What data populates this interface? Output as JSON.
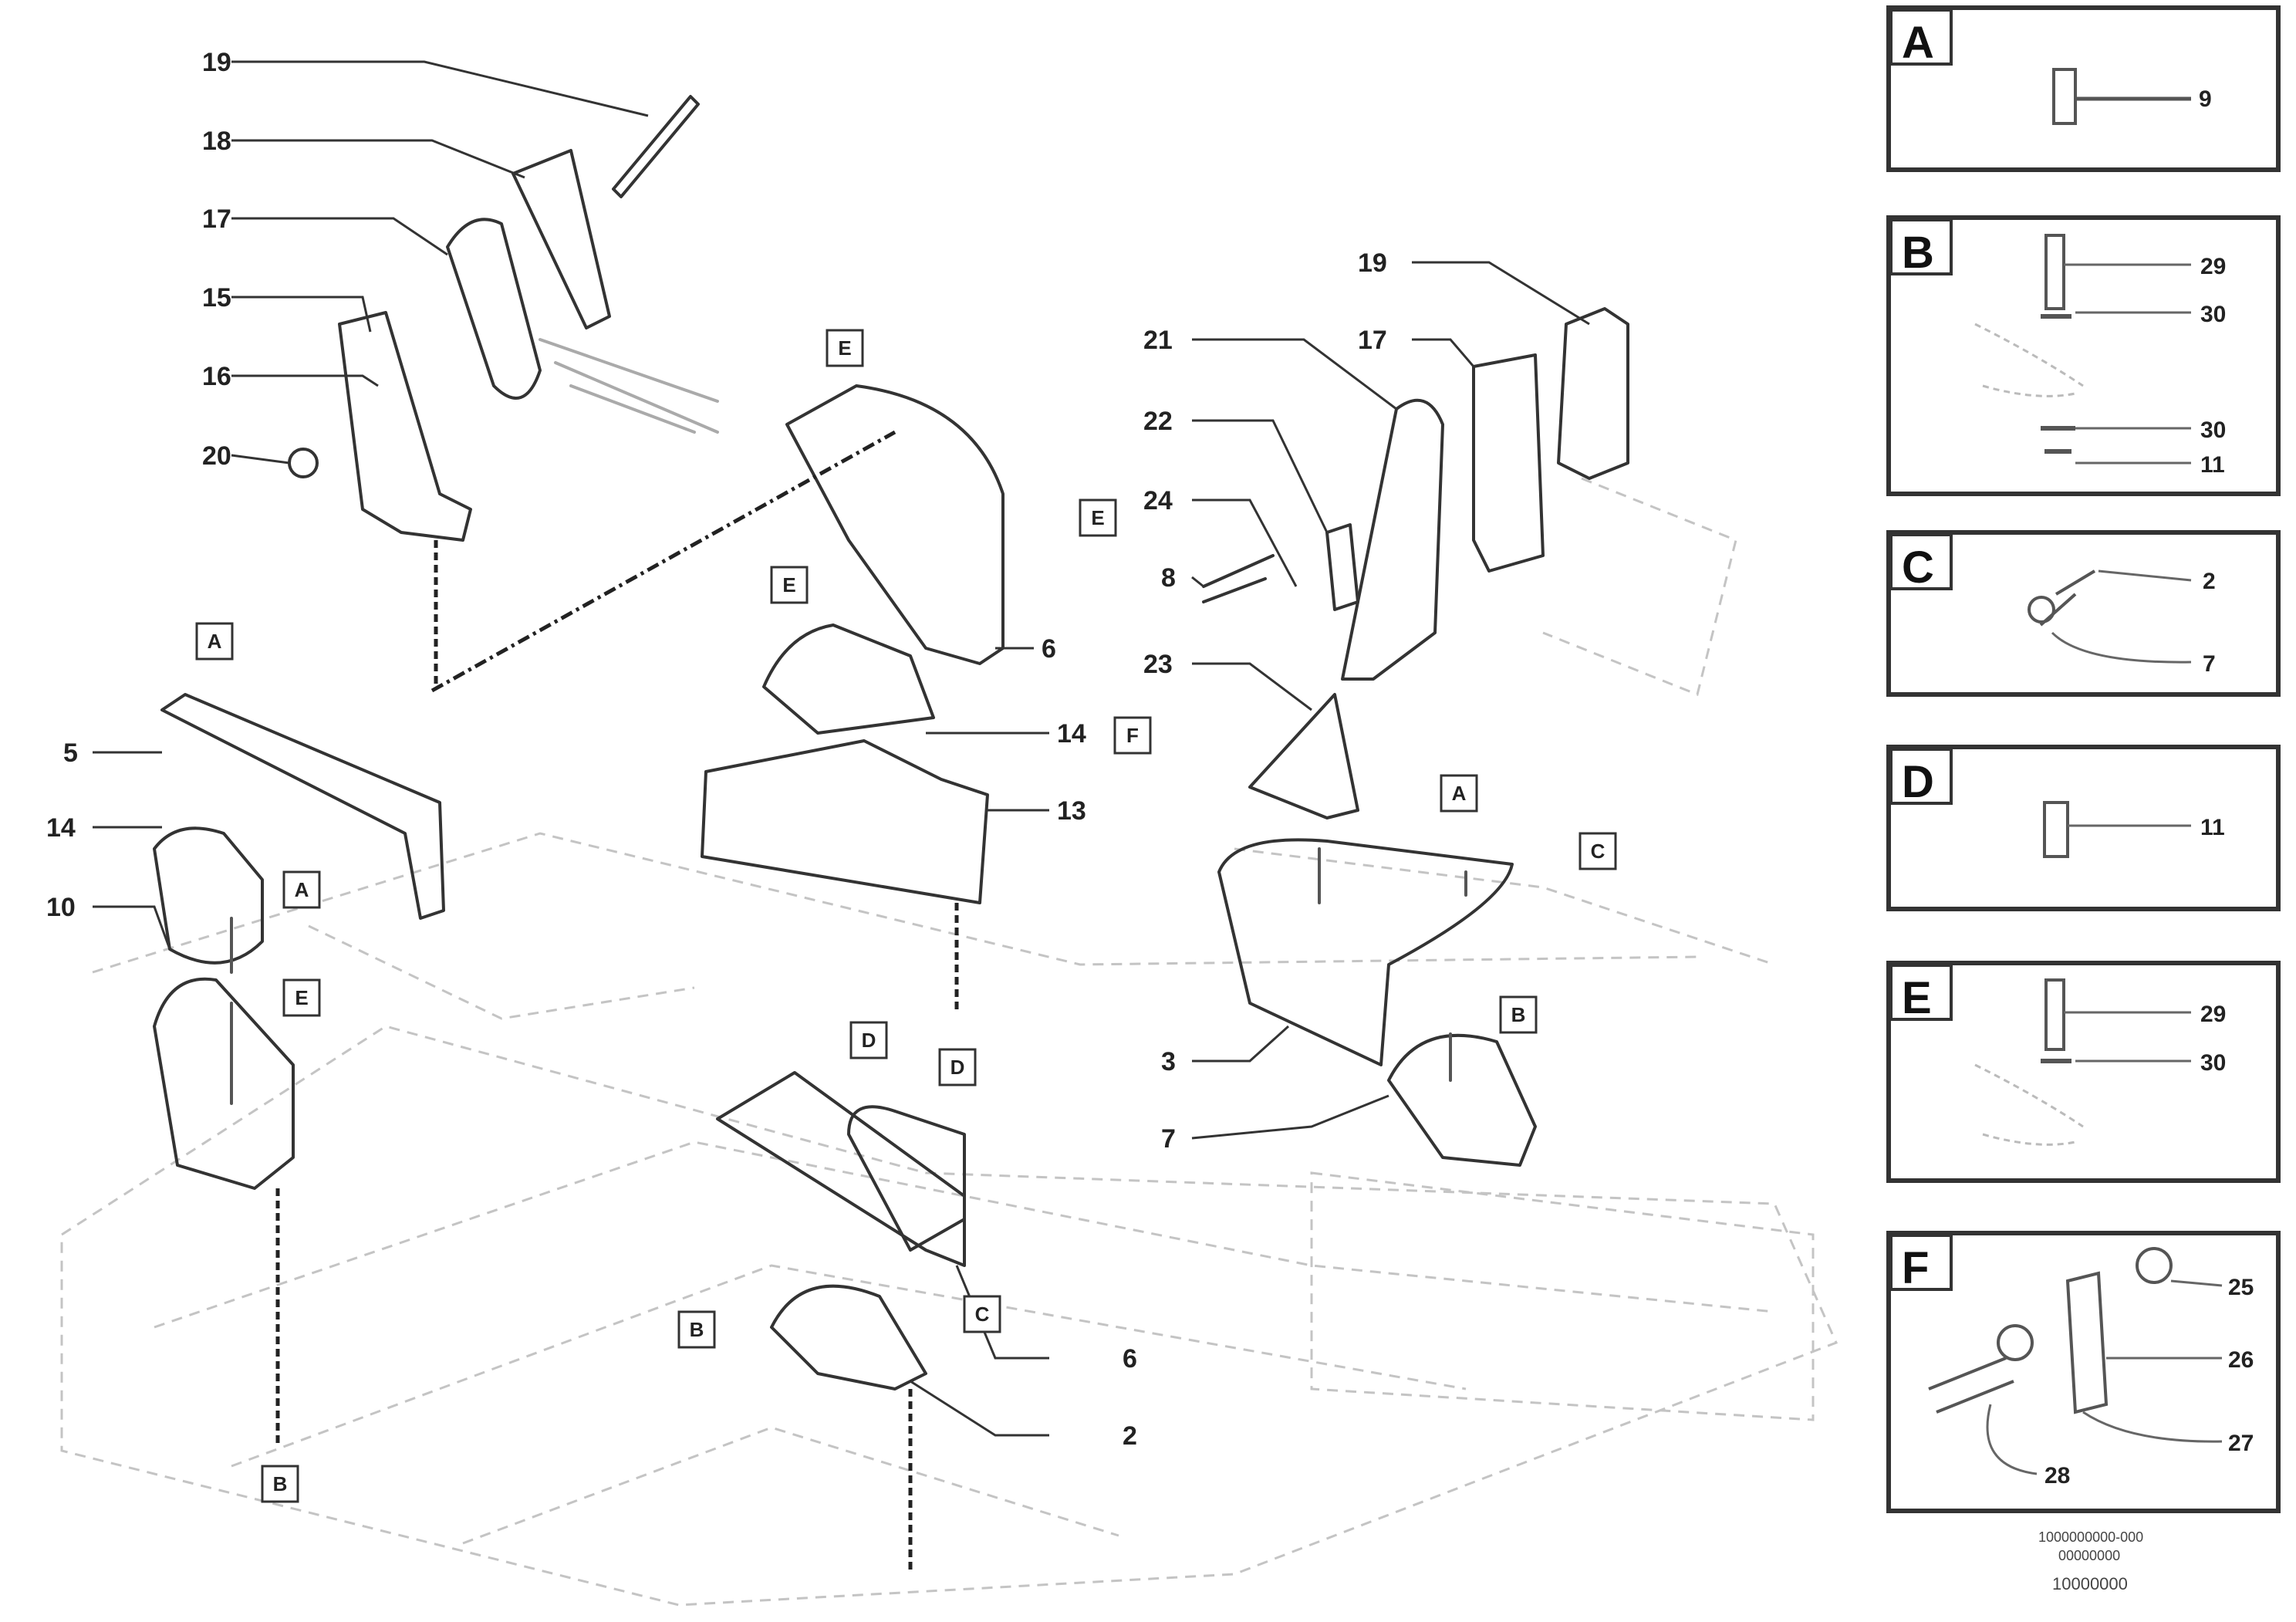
{
  "main_callouts": [
    {
      "id": "c19a",
      "label": "19"
    },
    {
      "id": "c18",
      "label": "18"
    },
    {
      "id": "c17a",
      "label": "17"
    },
    {
      "id": "c15",
      "label": "15"
    },
    {
      "id": "c16",
      "label": "16"
    },
    {
      "id": "c20a",
      "label": "20"
    },
    {
      "id": "c5",
      "label": "5"
    },
    {
      "id": "c14a",
      "label": "14"
    },
    {
      "id": "c10",
      "label": "10"
    },
    {
      "id": "c6a",
      "label": "6"
    },
    {
      "id": "c14b",
      "label": "14"
    },
    {
      "id": "c13",
      "label": "13"
    },
    {
      "id": "c6b",
      "label": "6"
    },
    {
      "id": "c2",
      "label": "2"
    },
    {
      "id": "c19b",
      "label": "19"
    },
    {
      "id": "c17b",
      "label": "17"
    },
    {
      "id": "c21",
      "label": "21"
    },
    {
      "id": "c22",
      "label": "22"
    },
    {
      "id": "c24",
      "label": "24"
    },
    {
      "id": "c8",
      "label": "8"
    },
    {
      "id": "c23",
      "label": "23"
    },
    {
      "id": "c3",
      "label": "3"
    },
    {
      "id": "c7",
      "label": "7"
    }
  ],
  "view_markers": [
    {
      "id": "m1",
      "label": "A"
    },
    {
      "id": "m2",
      "label": "E"
    },
    {
      "id": "m3",
      "label": "E"
    },
    {
      "id": "m4",
      "label": "E"
    },
    {
      "id": "m5",
      "label": "A"
    },
    {
      "id": "m6",
      "label": "E"
    },
    {
      "id": "m7",
      "label": "D"
    },
    {
      "id": "m8",
      "label": "D"
    },
    {
      "id": "m9",
      "label": "B"
    },
    {
      "id": "m10",
      "label": "C"
    },
    {
      "id": "m11",
      "label": "B"
    },
    {
      "id": "m12",
      "label": "F"
    },
    {
      "id": "m13",
      "label": "A"
    },
    {
      "id": "m14",
      "label": "C"
    },
    {
      "id": "m15",
      "label": "B"
    }
  ],
  "insets": [
    {
      "letter": "A",
      "labels": [
        "9"
      ]
    },
    {
      "letter": "B",
      "labels": [
        "29",
        "30",
        "30",
        "11"
      ]
    },
    {
      "letter": "C",
      "labels": [
        "2",
        "7"
      ]
    },
    {
      "letter": "D",
      "labels": [
        "11"
      ]
    },
    {
      "letter": "E",
      "labels": [
        "29",
        "30"
      ]
    },
    {
      "letter": "F",
      "labels": [
        "25",
        "26",
        "27",
        "28"
      ]
    }
  ],
  "footer": {
    "line1": "1000000000-000",
    "line2": "00000000",
    "line3": "10000000"
  }
}
